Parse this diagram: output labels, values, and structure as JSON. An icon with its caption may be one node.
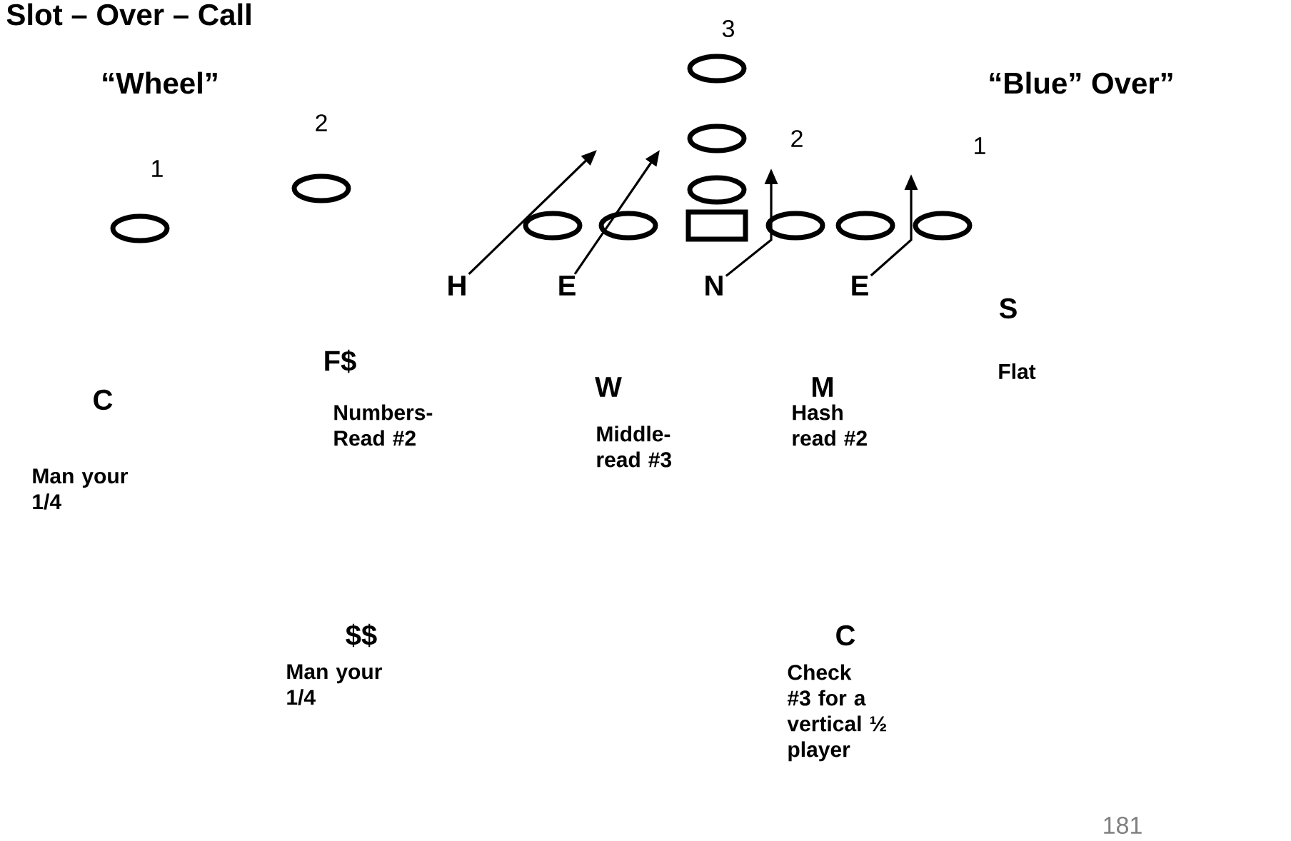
{
  "diagram": {
    "title": "Slot – Over – Call",
    "nodes": [
      {
        "text": [],
        "shape": "ellipse"
      },
      {
        "text": [],
        "shape": "ellipse"
      },
      {
        "text": [],
        "shape": "ellipse"
      },
      {
        "text": [],
        "shape": "ellipse"
      },
      {
        "text": [],
        "shape": "ellipse"
      },
      {
        "text": [],
        "shape": "ellipse"
      },
      {
        "text": [],
        "shape": "ellipse"
      },
      {
        "text": [],
        "shape": "box"
      },
      {
        "text": [],
        "shape": "ellipse"
      },
      {
        "text": [],
        "shape": "ellipse"
      },
      {
        "text": [],
        "shape": "ellipse"
      },
      {
        "text": [
          "H"
        ]
      },
      {
        "text": [
          "E"
        ]
      },
      {
        "text": [
          "N"
        ]
      },
      {
        "text": [
          "E"
        ]
      }
    ],
    "edges": [
      {
        "from": 11,
        "to": null,
        "arrow": "to"
      },
      {
        "from": 12,
        "to": null,
        "arrow": "to"
      },
      {
        "from": 13,
        "to": null,
        "arrow": "to"
      },
      {
        "from": 14,
        "to": null,
        "arrow": "to"
      }
    ],
    "labels": [
      "3",
      "“Wheel”",
      "“Blue” Over”",
      "2",
      "2",
      "1",
      "1",
      "S",
      "F$",
      "Flat",
      "W",
      "M",
      "C",
      "Numbers- Read #2",
      "Hash read #2",
      "Middle- read #3",
      "Man your 1/4",
      "$$",
      "C",
      "Man your 1/4",
      "Check #3 for a vertical ½ player",
      "181"
    ]
  }
}
